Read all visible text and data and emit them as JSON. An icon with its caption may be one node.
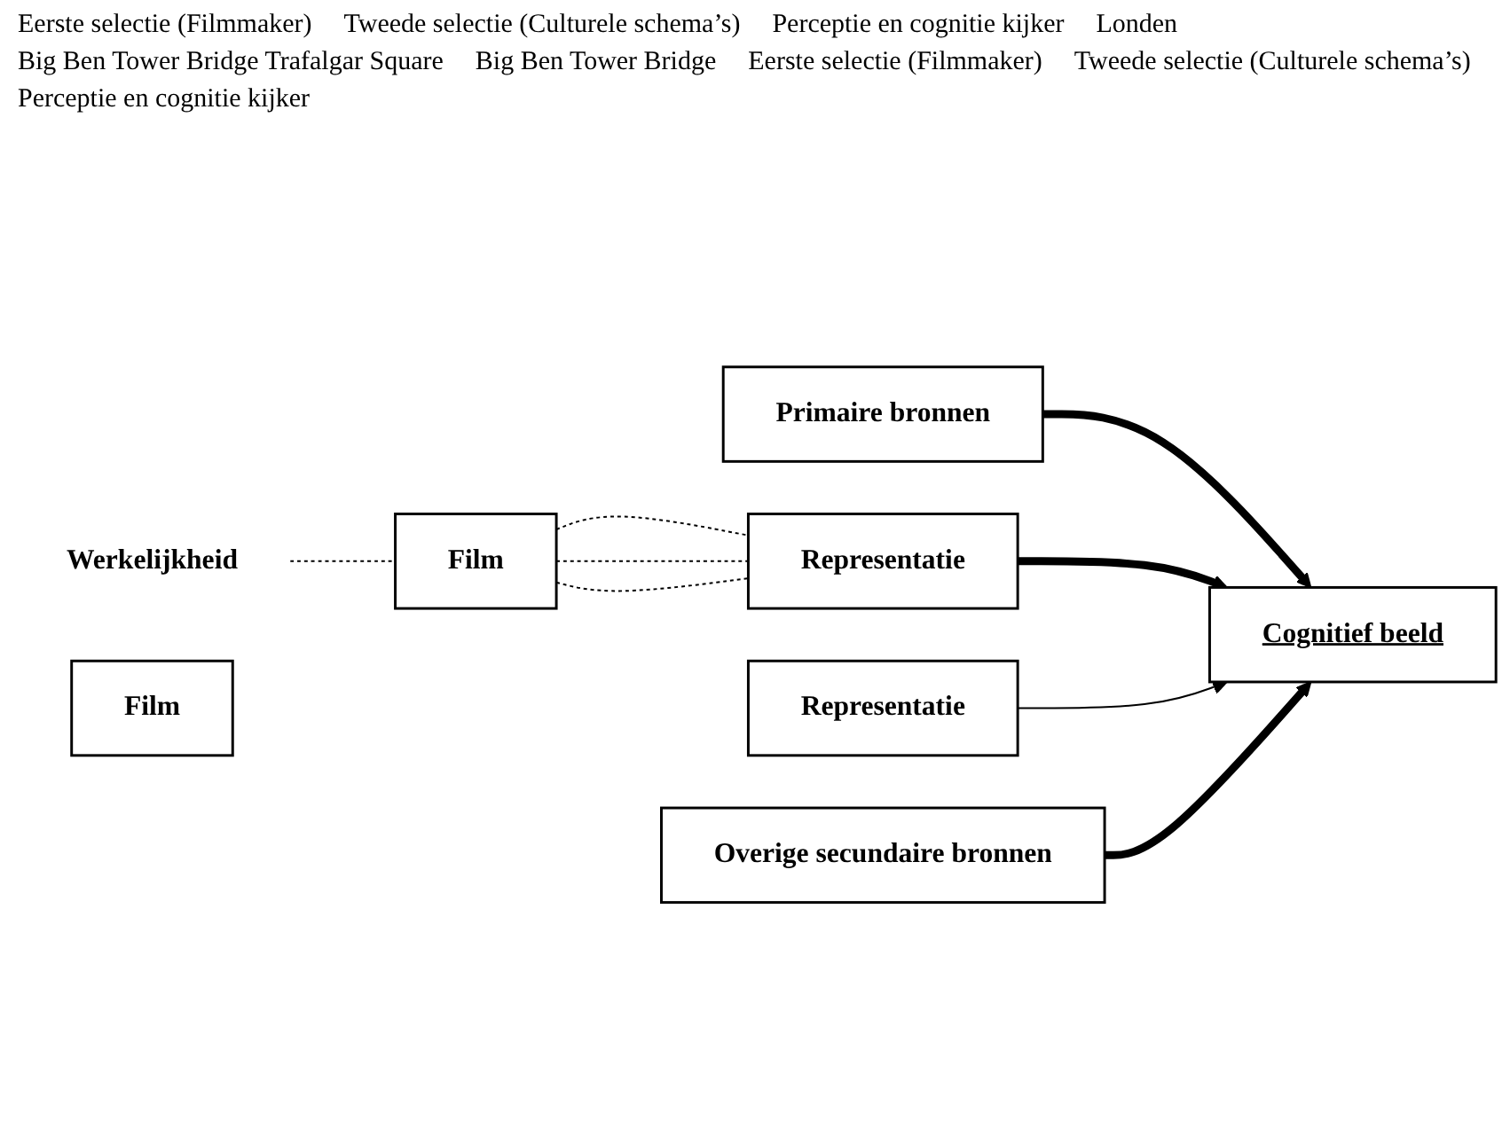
{
  "diagram": {
    "nodes": [
      {
        "text": [
          "Primaire bronnen"
        ]
      },
      {
        "text": [
          "Werkelijkheid"
        ]
      },
      {
        "text": [
          "Film"
        ]
      },
      {
        "text": [
          "Representatie"
        ]
      },
      {
        "text": [
          "Cognitief beeld"
        ]
      },
      {
        "text": [
          "Film"
        ]
      },
      {
        "text": [
          "Representatie"
        ]
      },
      {
        "text": [
          "Overige secundaire bronnen"
        ]
      }
    ],
    "edges": [
      {
        "from": 1,
        "to": 2,
        "arrow": "none",
        "style": "dashed"
      },
      {
        "from": 2,
        "to": 3,
        "arrow": "none",
        "style": "dashed"
      },
      {
        "from": 2,
        "to": 3,
        "arrow": "none",
        "style": "dashed"
      },
      {
        "from": 2,
        "to": 3,
        "arrow": "none",
        "style": "dashed"
      },
      {
        "from": 0,
        "to": 4,
        "arrow": "to",
        "style": "thick"
      },
      {
        "from": 3,
        "to": 4,
        "arrow": "to",
        "style": "thick"
      },
      {
        "from": 6,
        "to": 4,
        "arrow": "to"
      },
      {
        "from": 7,
        "to": 4,
        "arrow": "to",
        "style": "thick"
      }
    ],
    "labels": [
      "Eerste selectie (Filmmaker)",
      "Tweede selectie (Culturele schema’s)",
      "Perceptie en cognitie kijker",
      "Londen",
      "Big Ben Tower Bridge Trafalgar Square",
      "Big Ben Tower Bridge",
      "Eerste selectie (Filmmaker)",
      "Tweede selectie (Culturele schema’s)",
      "Perceptie en cognitie kijker"
    ]
  }
}
